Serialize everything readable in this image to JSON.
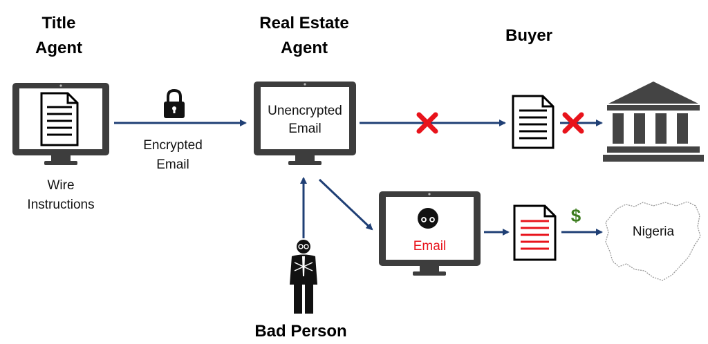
{
  "headings": {
    "title_agent": [
      "Title",
      "Agent"
    ],
    "real_estate_agent": [
      "Real Estate",
      "Agent"
    ],
    "buyer": "Buyer",
    "bad_person": "Bad Person"
  },
  "labels": {
    "wire_instructions": [
      "Wire",
      "Instructions"
    ],
    "encrypted_email": [
      "Encrypted",
      "Email"
    ],
    "unencrypted_email": [
      "Unencrypted",
      "Email"
    ],
    "fake_email": "Email",
    "destination_country": "Nigeria",
    "money_symbol": "$"
  },
  "icons": {
    "lock": "lock-icon",
    "blocked": "red-x-icon",
    "bank": "bank-icon",
    "document": "document-icon",
    "hacker": "hacker-icon",
    "map": "nigeria-map-icon"
  },
  "colors": {
    "arrow": "#1f3f75",
    "monitor": "#3d3d3d",
    "blocked": "#e8131b",
    "fake_email": "#e8131b",
    "money": "#3d7d1f",
    "bank": "#444444"
  }
}
